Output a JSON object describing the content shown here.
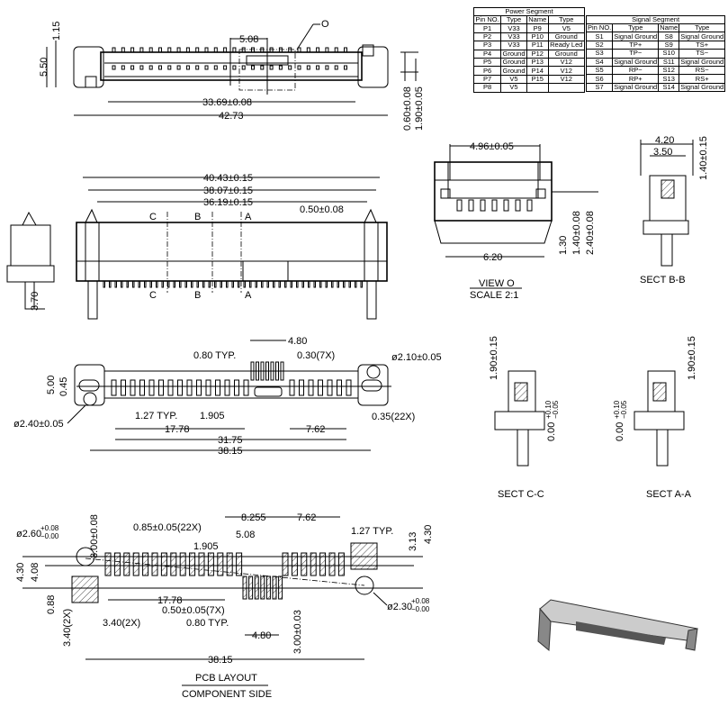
{
  "power_table": {
    "title": "Power Segment",
    "headers": [
      "Pin NO.",
      "Type",
      "Name",
      "Type"
    ],
    "rows": [
      [
        "P1",
        "V33",
        "P9",
        "V5"
      ],
      [
        "P2",
        "V33",
        "P10",
        "Ground"
      ],
      [
        "P3",
        "V33",
        "P11",
        "Ready Led"
      ],
      [
        "P4",
        "Ground",
        "P12",
        "Ground"
      ],
      [
        "P5",
        "Ground",
        "P13",
        "V12"
      ],
      [
        "P6",
        "Ground",
        "P14",
        "V12"
      ],
      [
        "P7",
        "V5",
        "P15",
        "V12"
      ],
      [
        "P8",
        "V5",
        "",
        ""
      ]
    ]
  },
  "signal_table": {
    "title": "Signal Segment",
    "headers": [
      "Pin NO.",
      "Type",
      "Name",
      "Type"
    ],
    "rows": [
      [
        "S1",
        "Signal Ground",
        "S8",
        "Signal Ground"
      ],
      [
        "S2",
        "TP+",
        "S9",
        "TS+"
      ],
      [
        "S3",
        "TP−",
        "S10",
        "TS−"
      ],
      [
        "S4",
        "Signal Ground",
        "S11",
        "Signal Ground"
      ],
      [
        "S5",
        "RP−",
        "S12",
        "RS−"
      ],
      [
        "S6",
        "RP+",
        "S13",
        "RS+"
      ],
      [
        "S7",
        "Signal Ground",
        "S14",
        "Signal Ground"
      ]
    ]
  },
  "top_view": {
    "dim_5_08": "5.08",
    "detail_o": "O",
    "dim_5_50": "5.50",
    "dim_1_15": "1.15",
    "dim_33_69": "33.69±0.08",
    "dim_42_73": "42.73",
    "dim_0_60": "0.60±0.08",
    "dim_1_90": "1.90±0.05"
  },
  "front_view": {
    "dim_40_43": "40.43±0.15",
    "dim_38_07": "38.07±0.15",
    "dim_36_19": "36.19±0.15",
    "dim_0_50": "0.50±0.08",
    "section_c": "C",
    "section_b": "B",
    "section_a": "A",
    "dim_3_70": "3.70"
  },
  "view_o": {
    "dim_4_96": "4.96±0.05",
    "dim_6_20": "6.20",
    "dim_1_30": "1.30",
    "dim_1_40": "1.40±0.08",
    "dim_2_40": "2.40±0.08",
    "title": "VIEW O",
    "scale": "SCALE 2:1"
  },
  "sect_bb": {
    "dim_4_20": "4.20",
    "dim_3_50": "3.50",
    "dim_1_40": "1.40±0.15",
    "title": "SECT B-B"
  },
  "bottom_view": {
    "dim_4_80": "4.80",
    "dim_0_80": "0.80 TYP.",
    "dim_0_30": "0.30(7X)",
    "dim_phi_2_10": "ø2.10±0.05",
    "dim_5_00": "5.00",
    "dim_0_45": "0.45",
    "dim_phi_2_40": "ø2.40±0.05",
    "dim_1_27": "1.27 TYP.",
    "dim_1_905": "1.905",
    "dim_0_35": "0.35(22X)",
    "dim_17_78": "17.78",
    "dim_7_62": "7.62",
    "dim_31_75": "31.75",
    "dim_38_15": "38.15"
  },
  "sect_cc": {
    "dim_1_90": "1.90±0.15",
    "dim_0_00": "0.00",
    "tol_plus": "+0.10",
    "tol_minus": "−0.05",
    "title": "SECT C-C"
  },
  "sect_aa": {
    "dim_1_90": "1.90±0.15",
    "dim_0_00": "0.00",
    "tol_plus": "+0.10",
    "tol_minus": "−0.05",
    "title": "SECT A-A"
  },
  "pcb_layout": {
    "dim_phi_2_60": "ø2.60",
    "tol_2_60_plus": "+0.08",
    "tol_2_60_minus": "−0.00",
    "dim_3_00_08": "3.00±0.08",
    "dim_0_85": "0.85±0.05(22X)",
    "dim_8_255": "8.255",
    "dim_7_62": "7.62",
    "dim_1_27": "1.27 TYP.",
    "dim_5_08": "5.08",
    "dim_1_905": "1.905",
    "dim_3_13": "3.13",
    "dim_4_30_r": "4.30",
    "dim_4_30_l": "4.30",
    "dim_4_08": "4.08",
    "dim_17_78": "17.78",
    "dim_0_88": "0.88",
    "dim_0_50": "0.50±0.05(7X)",
    "dim_phi_2_30": "ø2.30",
    "tol_2_30_plus": "+0.08",
    "tol_2_30_minus": "−0.00",
    "dim_3_40_h": "3.40(2X)",
    "dim_3_40_v": "3.40(2X)",
    "dim_0_80": "0.80 TYP.",
    "dim_4_80": "4.80",
    "dim_3_00_03": "3.00±0.03",
    "dim_38_15": "38.15",
    "title": "PCB LAYOUT",
    "subtitle": "COMPONENT SIDE"
  }
}
